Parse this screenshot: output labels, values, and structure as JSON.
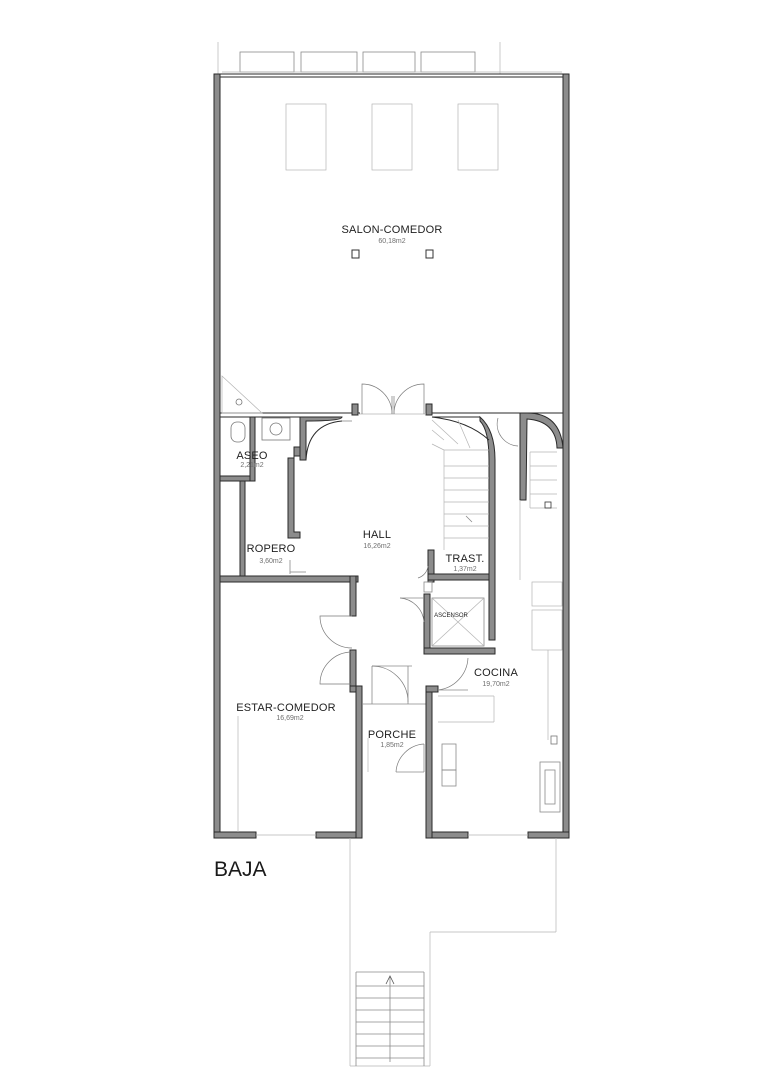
{
  "plan": {
    "floor_label": "BAJA",
    "rooms": {
      "salon": {
        "name": "SALON-COMEDOR",
        "area": "60,18m2"
      },
      "aseo": {
        "name": "ASEO",
        "area": "2,21m2"
      },
      "ropero": {
        "name": "ROPERO",
        "area": "3,60m2"
      },
      "hall": {
        "name": "HALL",
        "area": "16,26m2"
      },
      "trast": {
        "name": "TRAST.",
        "area": "1,37m2"
      },
      "ascensor": {
        "name": "ASCENSOR"
      },
      "cocina": {
        "name": "COCINA",
        "area": "19,70m2"
      },
      "estar": {
        "name": "ESTAR-COMEDOR",
        "area": "16,69m2"
      },
      "porche": {
        "name": "PORCHE",
        "area": "1,85m2"
      }
    }
  }
}
